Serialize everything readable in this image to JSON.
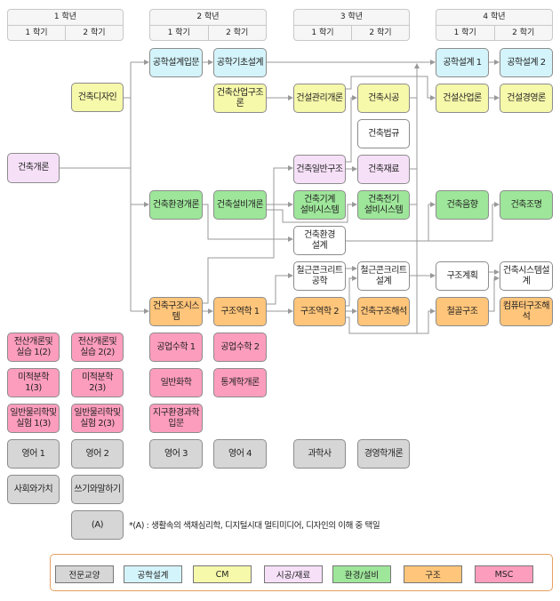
{
  "headers": [
    {
      "year": "1 학년",
      "sem1": "1 학기",
      "sem2": "2 학기"
    },
    {
      "year": "2 학년",
      "sem1": "1 학기",
      "sem2": "2 학기"
    },
    {
      "year": "3 학년",
      "sem1": "1 학기",
      "sem2": "2 학기"
    },
    {
      "year": "4 학년",
      "sem1": "1 학기",
      "sem2": "2 학기"
    }
  ],
  "colors": {
    "전문교양": "#d6d6d6",
    "공학설계": "#d4f4fb",
    "CM": "#f6f8aa",
    "시공/재료": "#f6e0f8",
    "환경/설비": "#9ee69a",
    "구조": "#ffc57a",
    "MSC": "#fd9dbd",
    "connector": "#999999",
    "legend_border": "#e6a060"
  },
  "courses": {
    "arch_intro": "건축개론",
    "arch_design": "건축디자인",
    "eng_design_intro": "공학설계입문",
    "eng_basic_design": "공학기초설계",
    "eng_design1": "공학설계 1",
    "eng_design2": "공학설계 2",
    "arch_industry_struct": "건축산업구조론",
    "constr_mgmt": "건설관리개론",
    "arch_construction": "건축시공",
    "constr_industry": "건설산업론",
    "constr_business": "건설경영론",
    "arch_law": "건축법규",
    "arch_general_struct": "건축일반구조",
    "arch_material": "건축재료",
    "arch_env_intro": "건축환경개론",
    "arch_equip_intro": "건축설비개론",
    "arch_mech": "건축기계\n설비시스템",
    "arch_elec": "건축전기\n설비시스템",
    "arch_acoustic": "건축음향",
    "arch_lighting": "건축조명",
    "arch_env_design": "건축환경\n설계",
    "rc_eng": "철근콘크리트\n공학",
    "rc_design": "철근콘크리트\n설계",
    "struct_plan": "구조계획",
    "arch_system_design": "건축시스템설계",
    "arch_struct_system": "건축구조시스템",
    "struct_mech1": "구조역학 1",
    "struct_mech2": "구조역학 2",
    "arch_struct_analysis": "건축구조해석",
    "steel_struct": "철골구조",
    "computer_struct": "컴퓨터구조해석",
    "computing1": "전산개론및\n실습 1(2)",
    "computing2": "전산개론및\n실습 2(2)",
    "eng_math1": "공업수학 1",
    "eng_math2": "공업수학 2",
    "calculus1": "미적분학 1(3)",
    "calculus2": "미적분학 2(3)",
    "gen_chem": "일반화학",
    "statistics": "통계학개론",
    "physics1": "일반물리학및\n실험 1(3)",
    "physics2": "일반물리학및\n실험 2(3)",
    "earth_env": "지구환경과학\n입문",
    "english1": "영어 1",
    "english2": "영어 2",
    "english3": "영어 3",
    "english4": "영어 4",
    "history_science": "과학사",
    "business_intro": "경영학개론",
    "society_values": "사회와가치",
    "writing_speaking": "쓰기와말하기",
    "elective_a": "(A)"
  },
  "note": "*(A) : 생활속의 색채심리학, 디지털시대 멀티미디어, 디자인의 이해 중 택일",
  "legend": [
    "전문교양",
    "공학설계",
    "CM",
    "시공/재료",
    "환경/설비",
    "구조",
    "MSC"
  ]
}
